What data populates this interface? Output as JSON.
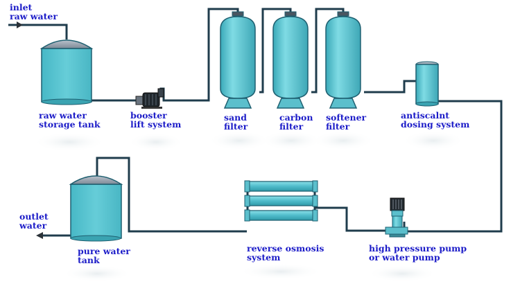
{
  "diagram": {
    "type": "water treatment process flow",
    "colors": {
      "label_text": "#1c1cc8",
      "pipe": "#1f3c4c",
      "vessel_fill": "#5ec7d3",
      "vessel_stroke": "#1e5f70",
      "vessel_cap": "#8f9aa8",
      "pump_body": "#20272d",
      "arrow": "#2b3238"
    },
    "labels": {
      "inlet": [
        "inlet",
        "raw water"
      ],
      "raw_tank": [
        "raw water",
        "storage tank"
      ],
      "booster": [
        "booster",
        "lift system"
      ],
      "sand": [
        "sand",
        "filter"
      ],
      "carbon": [
        "carbon",
        "filter"
      ],
      "softener": [
        "softener",
        "filter"
      ],
      "antiscalant": [
        "antiscalnt",
        "dosing system"
      ],
      "outlet": [
        "outlet",
        "water"
      ],
      "pure_tank": [
        "pure water",
        "tank"
      ],
      "ro": [
        "reverse osmosis",
        "system"
      ],
      "hp_pump": [
        "high pressure pump",
        "or water pump"
      ]
    },
    "components": [
      {
        "id": "raw-water-storage-tank",
        "icon": "storage-tank-icon"
      },
      {
        "id": "booster-lift-pump",
        "icon": "pump-icon"
      },
      {
        "id": "sand-filter",
        "icon": "filter-vessel-icon"
      },
      {
        "id": "carbon-filter",
        "icon": "filter-vessel-icon"
      },
      {
        "id": "softener-filter",
        "icon": "filter-vessel-icon"
      },
      {
        "id": "antiscalant-dosing-tank",
        "icon": "dosing-tank-icon"
      },
      {
        "id": "high-pressure-pump",
        "icon": "vertical-pump-icon"
      },
      {
        "id": "reverse-osmosis-membranes",
        "icon": "membrane-housing-icon",
        "count": 3
      },
      {
        "id": "pure-water-tank",
        "icon": "storage-tank-icon"
      }
    ]
  }
}
